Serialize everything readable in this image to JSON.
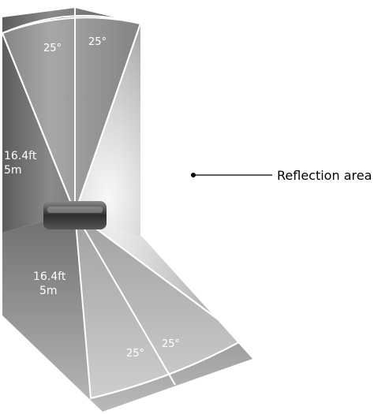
{
  "diagram": {
    "angles": {
      "top_left": "25°",
      "top_right": "25°",
      "bottom_left": "25°",
      "bottom_right": "25°"
    },
    "distances": {
      "vertical": {
        "feet": "16.4ft",
        "meters": "5m"
      },
      "horizontal": {
        "feet": "16.4ft",
        "meters": "5m"
      }
    },
    "callout": {
      "label": "Reflection area"
    },
    "colors": {
      "wall_dark": "#5a5a5a",
      "wall_light": "#c8c8c8",
      "floor_dark": "#7a7a7a",
      "floor_light": "#d6d6d6",
      "beam": "#ffffff",
      "device": "#3a3a3a"
    }
  }
}
